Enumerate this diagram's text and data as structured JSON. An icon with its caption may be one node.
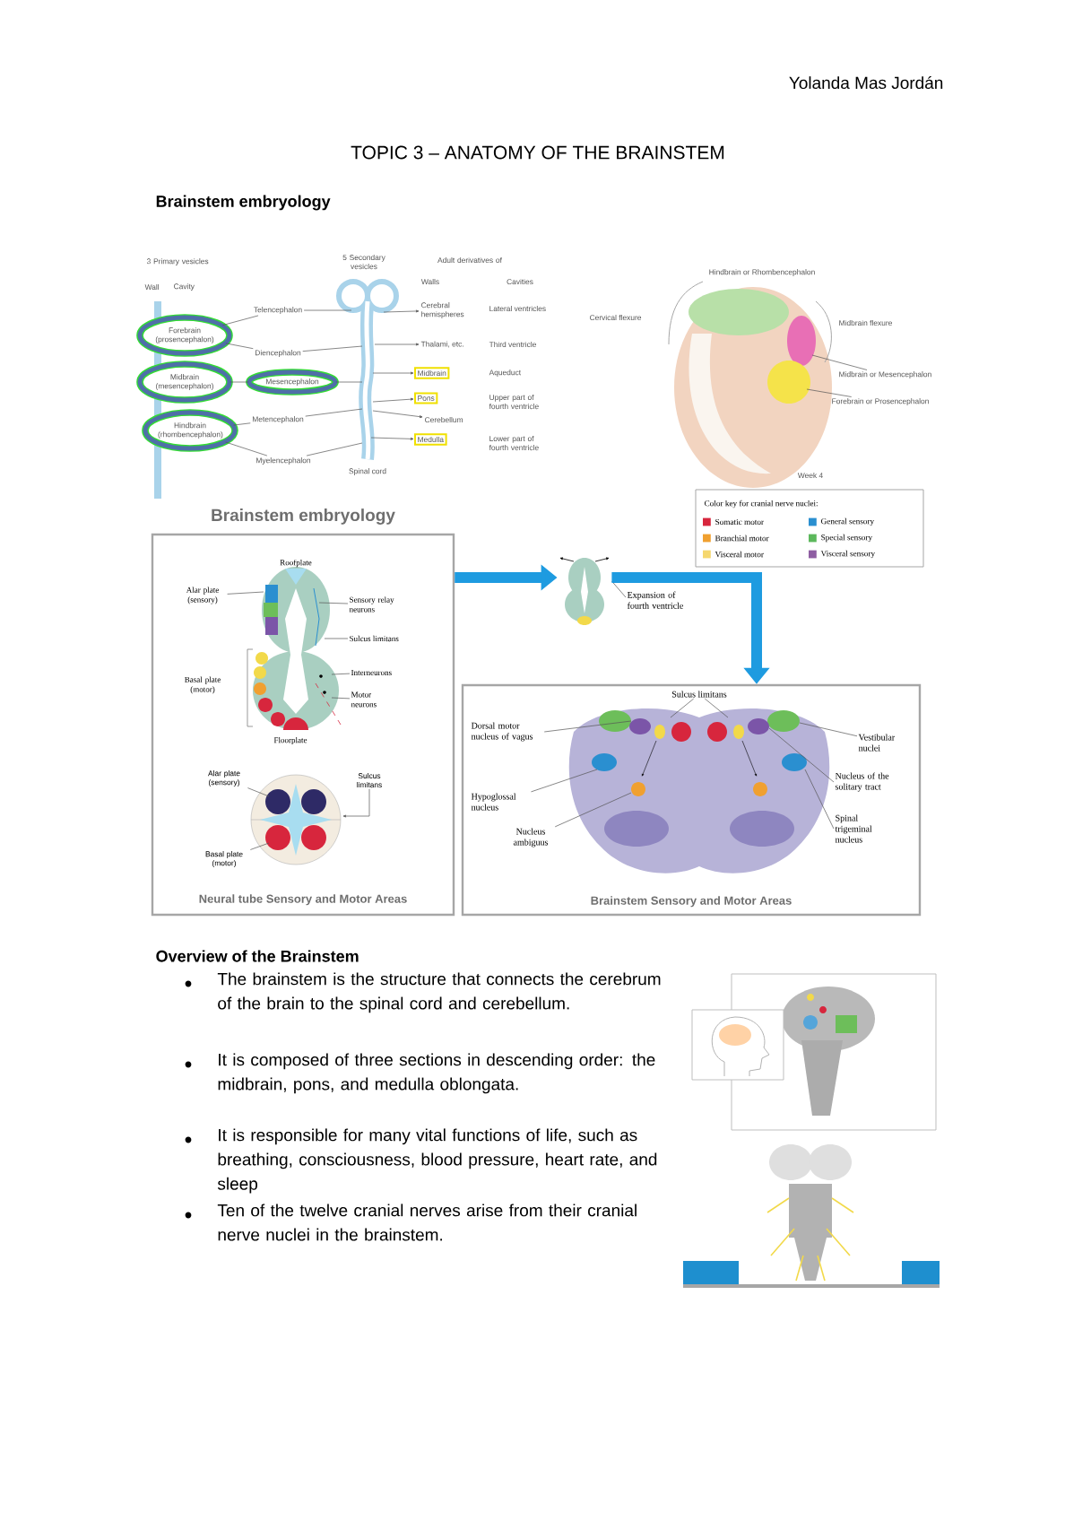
{
  "diagram": {
    "title": "TOPIC 3 – ANATOMY OF THE BRAINSTEM",
    "nodes": [
      {
        "text": [
          "Forebrain (prosencephalon)"
        ]
      },
      {
        "text": [
          "Midbrain (mesencephalon)"
        ]
      },
      {
        "text": [
          "Hindbrain (rhombencephalon)"
        ]
      },
      {
        "text": [
          "Telencephalon"
        ]
      },
      {
        "text": [
          "Diencephalon"
        ]
      },
      {
        "text": [
          "Mesencephalon"
        ]
      },
      {
        "text": [
          "Metencephalon"
        ]
      },
      {
        "text": [
          "Myelencephalon"
        ]
      },
      {
        "text": [
          "Midbrain"
        ]
      },
      {
        "text": [
          "Pons"
        ]
      },
      {
        "text": [
          "Medulla"
        ]
      },
      {
        "text": [
          "Neural tube Sensory and Motor Areas"
        ],
        "beside": [
          "Brainstem embryology"
        ]
      },
      {
        "text": [],
        "shape": "picture"
      },
      {
        "text": [
          "Expansion of fourth ventricle"
        ]
      },
      {
        "text": [
          "Brainstem Sensory and Motor Areas"
        ]
      },
      {
        "text": [
          "Sulcus limitans"
        ],
        "in": 14
      },
      {
        "text": [
          "Dorsal motor nucleus of vagus"
        ],
        "in": 14
      },
      {
        "text": [
          "Vestibular nuclei"
        ],
        "in": 14
      },
      {
        "text": [
          "Hypoglossal nucleus"
        ],
        "in": 14
      },
      {
        "text": [
          "Nucleus of the solitary tract"
        ],
        "in": 14
      },
      {
        "text": [
          "Nucleus ambiguus"
        ],
        "in": 14
      },
      {
        "text": [
          "Spinal trigeminal nucleus"
        ],
        "in": 14
      },
      {
        "text": [
          "Cerebral hemispheres"
        ]
      },
      {
        "text": [
          "Thalami, etc."
        ]
      },
      {
        "text": [
          "Cerebellum"
        ]
      },
      {
        "text": [
          "Midbrain or Mesencephalon"
        ]
      },
      {
        "text": [
          "Forebrain or Prosencephalon"
        ]
      },
      {
        "text": [
          "Alar plate (sensory)"
        ],
        "in": 11
      },
      {
        "text": [
          "Sensory relay neurons"
        ],
        "in": 11
      },
      {
        "text": [
          "Sulcus limitans"
        ],
        "in": 11
      },
      {
        "text": [
          "Interneurons"
        ],
        "in": 11
      },
      {
        "text": [
          "Motor neurons"
        ],
        "in": 11
      },
      {
        "text": [
          "Alar plate (sensory)"
        ],
        "in": 11
      },
      {
        "text": [
          "Sulcus limitans"
        ],
        "in": 11
      },
      {
        "text": [
          "Basal plate (motor)"
        ],
        "in": 11
      },
      {
        "text": [],
        "shape": "picture",
        "in": 11
      },
      {
        "text": [],
        "shape": "picture",
        "in": 11
      },
      {
        "text": [],
        "shape": "picture",
        "in": 14
      }
    ],
    "edges": [
      {
        "from": 0,
        "to": 3,
        "arrow": "none"
      },
      {
        "from": 0,
        "to": 4,
        "arrow": "none"
      },
      {
        "from": 1,
        "to": 5,
        "arrow": "none"
      },
      {
        "from": 2,
        "to": 6,
        "arrow": "none"
      },
      {
        "from": 2,
        "to": 7,
        "arrow": "none"
      },
      {
        "from": 11,
        "to": 12,
        "arrow": "to",
        "style": "thick",
        "color": "#1e9be0"
      },
      {
        "from": 13,
        "to": 12,
        "arrow": "none"
      },
      {
        "from": 12,
        "to": 14,
        "arrow": "to",
        "style": "thick",
        "color": "#1e9be0"
      },
      {
        "from": 3,
        "to": null,
        "arrow": "none"
      },
      {
        "from": 4,
        "to": null,
        "arrow": "none"
      },
      {
        "from": 5,
        "to": null,
        "arrow": "none"
      },
      {
        "from": 6,
        "to": null,
        "arrow": "none"
      },
      {
        "from": 7,
        "to": null,
        "arrow": "none"
      },
      {
        "from": 15,
        "to": 37,
        "arrow": "none"
      },
      {
        "from": 15,
        "to": 37,
        "arrow": "none"
      },
      {
        "from": 16,
        "to": 37,
        "arrow": "none"
      },
      {
        "from": 17,
        "to": 37,
        "arrow": "none"
      },
      {
        "from": 18,
        "to": 37,
        "arrow": "none"
      },
      {
        "from": 19,
        "to": 37,
        "arrow": "none"
      },
      {
        "from": 20,
        "to": 37,
        "arrow": "none"
      },
      {
        "from": 21,
        "to": 37,
        "arrow": "none"
      },
      {
        "from": null,
        "to": 22,
        "arrow": "to"
      },
      {
        "from": null,
        "to": 23,
        "arrow": "to"
      },
      {
        "from": null,
        "to": 8,
        "arrow": "to"
      },
      {
        "from": null,
        "to": 9,
        "arrow": "to"
      },
      {
        "from": null,
        "to": 24,
        "arrow": "to"
      },
      {
        "from": null,
        "to": 10,
        "arrow": "to"
      },
      {
        "from": 25,
        "to": null,
        "arrow": "none"
      },
      {
        "from": 26,
        "to": null,
        "arrow": "none"
      },
      {
        "from": 27,
        "to": 35,
        "arrow": "none"
      },
      {
        "from": 28,
        "to": 35,
        "arrow": "none"
      },
      {
        "from": 29,
        "to": 35,
        "arrow": "none"
      },
      {
        "from": 30,
        "to": 35,
        "arrow": "none"
      },
      {
        "from": 31,
        "to": 35,
        "arrow": "none"
      },
      {
        "from": 32,
        "to": 36,
        "arrow": "none"
      },
      {
        "from": 33,
        "to": 36,
        "arrow": "to"
      },
      {
        "from": 34,
        "to": 36,
        "arrow": "none"
      }
    ],
    "labels": [
      "Yolanda Mas Jordán",
      "Brainstem embryology",
      "3 Primary vesicles",
      "Wall",
      "Cavity",
      "5 Secondary vesicles",
      "Adult derivatives of",
      "Walls",
      "Cavities",
      "Lateral ventricles",
      "Third ventricle",
      "Aqueduct",
      "Upper part of fourth ventricle",
      "Lower part of fourth ventricle",
      "Spinal cord",
      "Hindbrain or Rhombencephalon",
      "Cervical flexure",
      "Midbrain flexure",
      "Week 4",
      "Color key for cranial nerve nuclei:",
      "Roofplate",
      "Basal plate (motor)",
      "Floorplate",
      "Overview of the Brainstem",
      "The brainstem is the structure that connects the cerebrum of the brain to the spinal cord and cerebellum.",
      "It is composed of three sections in descending order: the midbrain, pons, and medulla oblongata.",
      "It is responsible for many vital functions of life, such as breathing, consciousness, blood pressure, heart rate, and sleep",
      "Ten of the twelve cranial nerves arise from their cranial nerve nuclei in the brainstem."
    ],
    "legend": [
      {
        "text": "Somatic motor",
        "color": "#d7263d"
      },
      {
        "text": "General sensory",
        "color": "#2a8fd0"
      },
      {
        "text": "Branchial motor",
        "color": "#f0a030"
      },
      {
        "text": "Special sensory",
        "color": "#5cb85c"
      },
      {
        "text": "Visceral motor",
        "color": "#f5d76e"
      },
      {
        "text": "Visceral sensory",
        "color": "#8e5ea2"
      }
    ]
  }
}
